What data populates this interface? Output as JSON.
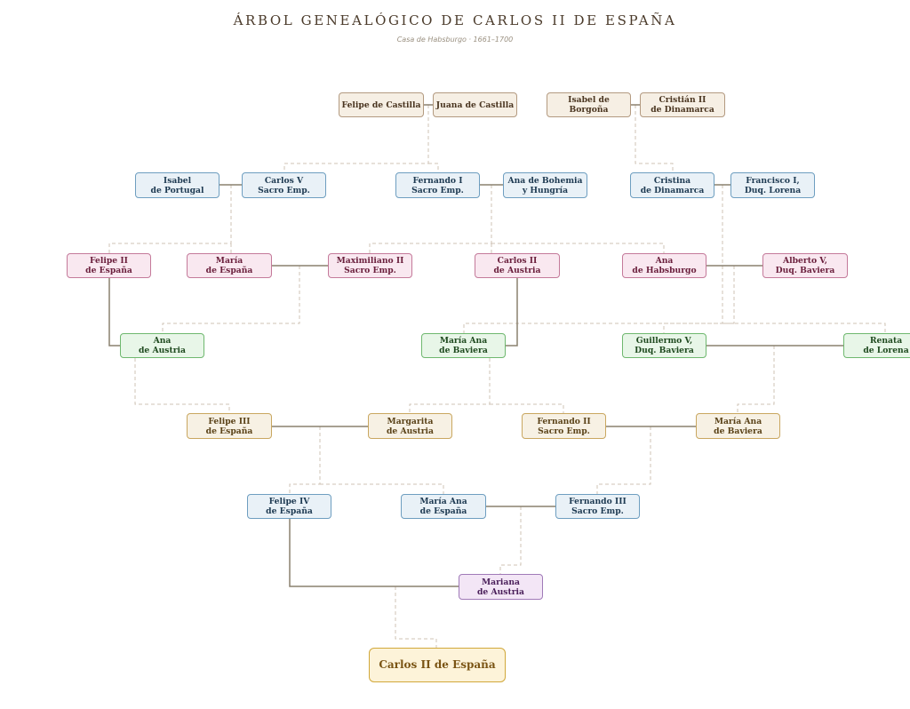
{
  "title": "ÁRBOL GENEALÓGICO DE CARLOS II DE ESPAÑA",
  "subtitle": "Casa de Habsburgo · 1661–1700",
  "colors": {
    "marriage_line": "#8a806e",
    "descent_line": "#cfc3b5",
    "gen0": "#b39a80",
    "gen1": "#6e9ec0",
    "gen2": "#c47a9a",
    "gen3": "#6fb86f",
    "gen4": "#c9a760",
    "gen5": "#6e9ec0",
    "gen6": "#a07ab8",
    "root": "#d1a83a"
  },
  "people": {
    "felipe_castilla": "Felipe de Castilla",
    "juana_castilla": "Juana de Castilla",
    "isabel_borgona": "Isabel de Borgoña",
    "cristian_ii": "Cristián II\nde Dinamarca",
    "isabel_portugal": "Isabel\nde Portugal",
    "carlos_v": "Carlos V\nSacro Emp.",
    "fernando_i": "Fernando I\nSacro Emp.",
    "ana_bohemia": "Ana de Bohemia\ny Hungría",
    "cristina_dinamarca": "Cristina\nde Dinamarca",
    "francisco_i": "Francisco I,\nDuq. Lorena",
    "felipe_ii": "Felipe II\nde España",
    "maria_espana": "María\nde España",
    "maximiliano_ii": "Maximiliano II\nSacro Emp.",
    "carlos_ii_austria": "Carlos II\nde Austria",
    "ana_habsburgo": "Ana\nde Habsburgo",
    "alberto_v": "Alberto V,\nDuq. Baviera",
    "ana_austria": "Ana\nde Austria",
    "maria_ana_baviera_1": "María Ana\nde Baviera",
    "guillermo_v": "Guillermo V,\nDuq. Baviera",
    "renata_lorena": "Renata\nde Lorena",
    "felipe_iii": "Felipe III\nde España",
    "margarita_austria": "Margarita\nde Austria",
    "fernando_ii": "Fernando II\nSacro Emp.",
    "maria_ana_baviera_2": "María Ana\nde Baviera",
    "felipe_iv": "Felipe IV\nde España",
    "maria_ana_espana": "María Ana\nde España",
    "fernando_iii": "Fernando III\nSacro Emp.",
    "mariana_austria": "Mariana\nde Austria",
    "carlos_ii_espana": "Carlos II de España"
  }
}
